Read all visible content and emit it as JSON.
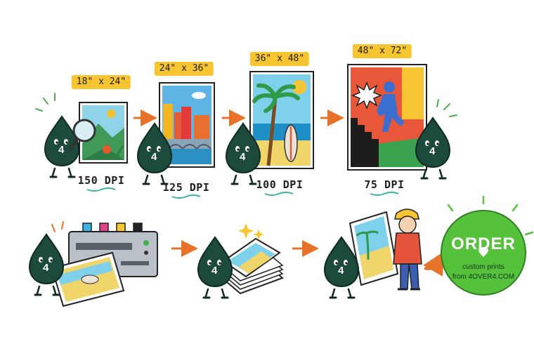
{
  "steps": [
    {
      "size": "18\" x 24\"",
      "dpi": "150 DPI"
    },
    {
      "size": "24\" x 36\"",
      "dpi": "125 DPI"
    },
    {
      "size": "36\" x 48\"",
      "dpi": "100 DPI"
    },
    {
      "size": "48\" x 72\"",
      "dpi": "75 DPI"
    }
  ],
  "mascot_label": "4",
  "order_badge": {
    "title": "ORDER",
    "line1": "custom prints",
    "line2": "from 4OVER4.COM"
  },
  "colors": {
    "tag": "#f7c531",
    "arrow": "#e8722a",
    "badge": "#56c13a",
    "mascot": "#1c4a3c"
  }
}
